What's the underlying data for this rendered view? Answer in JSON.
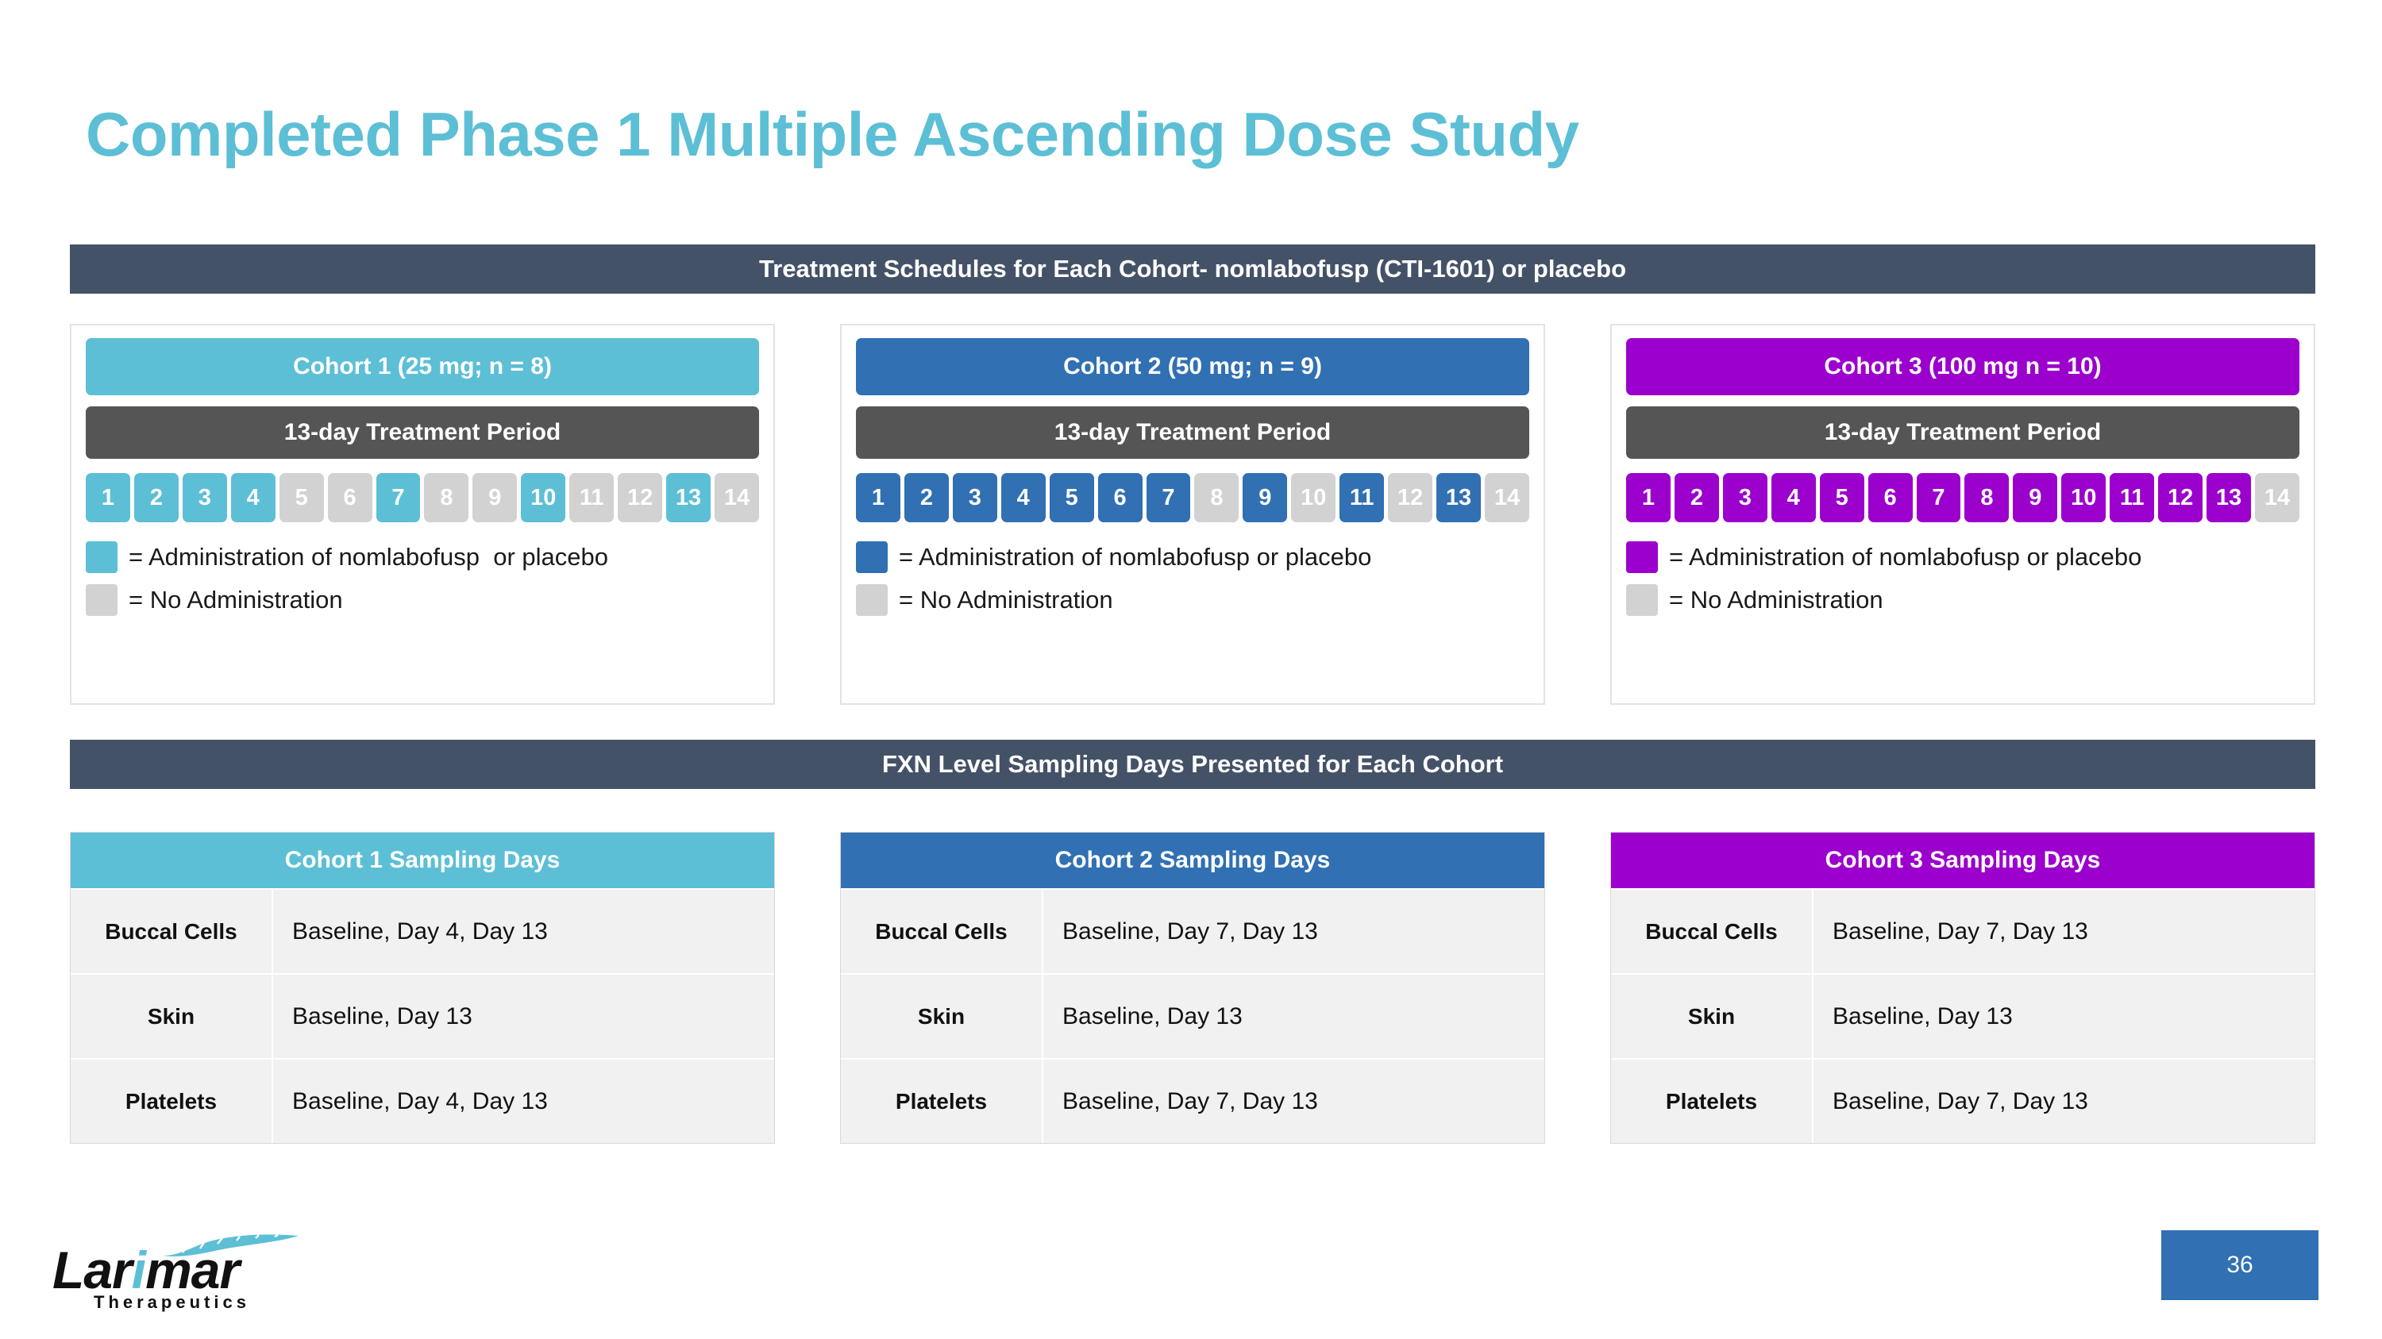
{
  "slide": {
    "title": "Completed Phase 1 Multiple Ascending Dose Study",
    "title_color": "#5CBFD6",
    "page_number": "36"
  },
  "banners": {
    "treatment": "Treatment Schedules for Each Cohort- nomlabofusp (CTI-1601) or placebo",
    "fxn": "FXN Level Sampling Days Presented for Each Cohort",
    "color": "#445268"
  },
  "colors": {
    "cohort1": "#5CBFD6",
    "cohort2": "#3070B3",
    "cohort3": "#9B00CC",
    "inactive": "#d2d2d2",
    "period_bar": "#555555"
  },
  "cohorts": [
    {
      "id": "cohort-1",
      "header": "Cohort 1 (25 mg; n = 8)",
      "color": "#5CBFD6",
      "period_label": "13-day Treatment Period",
      "days": [
        {
          "label": "1",
          "active": true
        },
        {
          "label": "2",
          "active": true
        },
        {
          "label": "3",
          "active": true
        },
        {
          "label": "4",
          "active": true
        },
        {
          "label": "5",
          "active": false
        },
        {
          "label": "6",
          "active": false
        },
        {
          "label": "7",
          "active": true
        },
        {
          "label": "8",
          "active": false
        },
        {
          "label": "9",
          "active": false
        },
        {
          "label": "10",
          "active": true
        },
        {
          "label": "11",
          "active": false
        },
        {
          "label": "12",
          "active": false
        },
        {
          "label": "13",
          "active": true
        },
        {
          "label": "14",
          "active": false
        }
      ],
      "legend_active": "= Administration of nomlabofusp  or placebo",
      "legend_inactive": "= No Administration"
    },
    {
      "id": "cohort-2",
      "header": "Cohort 2 (50 mg; n = 9)",
      "color": "#3070B3",
      "period_label": "13-day Treatment Period",
      "days": [
        {
          "label": "1",
          "active": true
        },
        {
          "label": "2",
          "active": true
        },
        {
          "label": "3",
          "active": true
        },
        {
          "label": "4",
          "active": true
        },
        {
          "label": "5",
          "active": true
        },
        {
          "label": "6",
          "active": true
        },
        {
          "label": "7",
          "active": true
        },
        {
          "label": "8",
          "active": false
        },
        {
          "label": "9",
          "active": true
        },
        {
          "label": "10",
          "active": false
        },
        {
          "label": "11",
          "active": true
        },
        {
          "label": "12",
          "active": false
        },
        {
          "label": "13",
          "active": true
        },
        {
          "label": "14",
          "active": false
        }
      ],
      "legend_active": "= Administration of nomlabofusp or placebo",
      "legend_inactive": "= No Administration"
    },
    {
      "id": "cohort-3",
      "header": "Cohort 3 (100 mg n = 10)",
      "color": "#9B00CC",
      "period_label": "13-day Treatment Period",
      "days": [
        {
          "label": "1",
          "active": true
        },
        {
          "label": "2",
          "active": true
        },
        {
          "label": "3",
          "active": true
        },
        {
          "label": "4",
          "active": true
        },
        {
          "label": "5",
          "active": true
        },
        {
          "label": "6",
          "active": true
        },
        {
          "label": "7",
          "active": true
        },
        {
          "label": "8",
          "active": true
        },
        {
          "label": "9",
          "active": true
        },
        {
          "label": "10",
          "active": true
        },
        {
          "label": "11",
          "active": true
        },
        {
          "label": "12",
          "active": true
        },
        {
          "label": "13",
          "active": true
        },
        {
          "label": "14",
          "active": false
        }
      ],
      "legend_active": "= Administration of nomlabofusp or placebo",
      "legend_inactive": "= No Administration"
    }
  ],
  "sampling_tables": [
    {
      "id": "sampling-cohort-1",
      "header": "Cohort 1 Sampling Days",
      "color": "#5CBFD6",
      "rows": [
        {
          "label": "Buccal Cells",
          "value": "Baseline, Day 4, Day 13"
        },
        {
          "label": "Skin",
          "value": "Baseline, Day 13"
        },
        {
          "label": "Platelets",
          "value": "Baseline, Day 4, Day 13"
        }
      ]
    },
    {
      "id": "sampling-cohort-2",
      "header": "Cohort 2 Sampling Days",
      "color": "#3070B3",
      "rows": [
        {
          "label": "Buccal Cells",
          "value": "Baseline, Day 7, Day 13"
        },
        {
          "label": "Skin",
          "value": "Baseline, Day 13"
        },
        {
          "label": "Platelets",
          "value": "Baseline, Day 7, Day 13"
        }
      ]
    },
    {
      "id": "sampling-cohort-3",
      "header": "Cohort 3 Sampling Days",
      "color": "#9B00CC",
      "rows": [
        {
          "label": "Buccal Cells",
          "value": "Baseline, Day 7, Day 13"
        },
        {
          "label": "Skin",
          "value": "Baseline, Day 13"
        },
        {
          "label": "Platelets",
          "value": "Baseline, Day 7, Day 13"
        }
      ]
    }
  ],
  "logo": {
    "word_before_i": "Lar",
    "word_i": "i",
    "word_after_i": "mar",
    "subtitle": "Therapeutics",
    "accent": "#5CBFD6"
  }
}
